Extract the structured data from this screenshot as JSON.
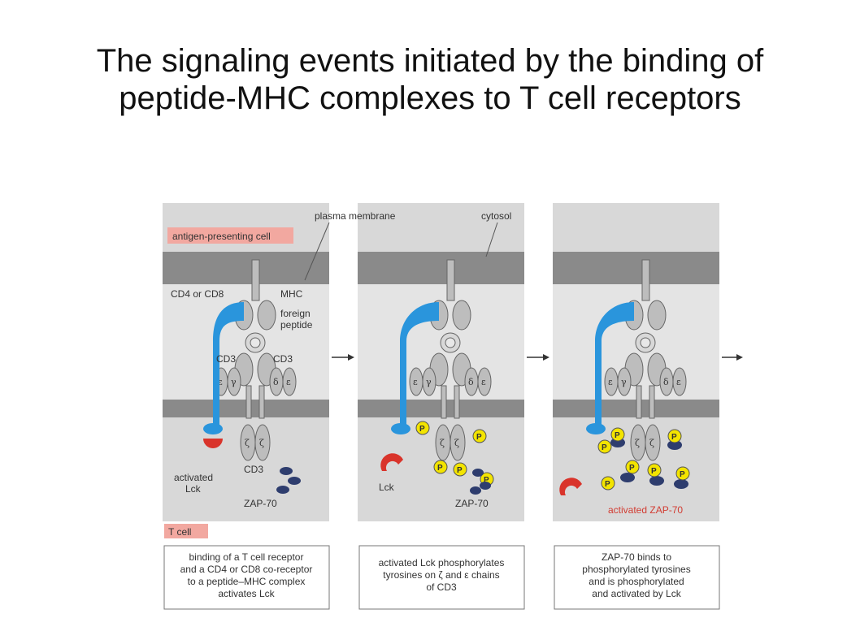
{
  "title": "The signaling events initiated by the binding of peptide-MHC complexes to T cell receptors",
  "labels": {
    "apc": "antigen-presenting cell",
    "plasma_membrane": "plasma membrane",
    "cytosol": "cytosol",
    "cd4_cd8": "CD4 or CD8",
    "mhc": "MHC",
    "foreign": "foreign",
    "peptide": "peptide",
    "cd3_left": "CD3",
    "cd3_right": "CD3",
    "cd3_bottom": "CD3",
    "activated": "activated",
    "lck": "Lck",
    "zap70": "ZAP-70",
    "lck2": "Lck",
    "zap70_2": "ZAP-70",
    "activated_zap70": "activated  ZAP-70",
    "tcell": "T cell",
    "p": "P",
    "epsilon": "ε",
    "gamma": "γ",
    "delta": "δ",
    "zeta": "ζ"
  },
  "captions": [
    [
      "binding of a T cell receptor",
      "and a CD4 or CD8 co-receptor",
      "to a peptide–MHC complex",
      "activates Lck"
    ],
    [
      "activated Lck phosphorylates",
      "tyrosines on ζ and ε chains",
      "of CD3"
    ],
    [
      "ZAP-70 binds to",
      "phosphorylated tyrosines",
      "and is phosphorylated",
      "and activated by Lck"
    ]
  ],
  "colors": {
    "membrane": "#8a8a8a",
    "panel_bg": "#d8d8d8",
    "protein": "#bdbdbd",
    "coreceptor": "#2a95dc",
    "lck_red": "#d9342b",
    "zap": "#2e3d6e",
    "phospho": "#f3e400",
    "label_bg": "#f2a8a0"
  }
}
